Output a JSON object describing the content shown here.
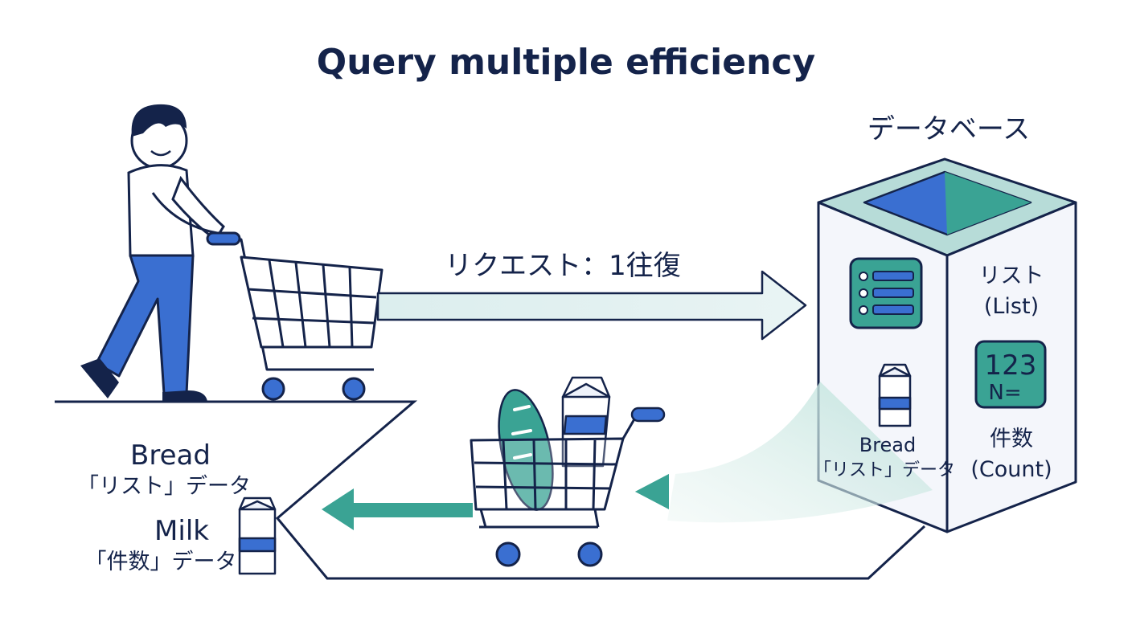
{
  "title": "Query multiple efficiency",
  "database": {
    "label": "データベース",
    "list_label_jp": "リスト",
    "list_label_en": "(List)",
    "count_label_jp": "件数",
    "count_label_en": "(Count)",
    "count_icon_number": "123",
    "count_icon_symbol": "N=",
    "bread_label": "Bread",
    "bread_sub": "「リスト」データ"
  },
  "request": {
    "label": "リクエスト：1往復"
  },
  "results": {
    "bread_label": "Bread",
    "bread_sub": "「リスト」データ",
    "milk_label": "Milk",
    "milk_sub": "「件数」データ"
  },
  "colors": {
    "navy": "#14234a",
    "blue": "#3a6fd1",
    "teal": "#3aa394",
    "light_teal": "#d7ece9",
    "panel": "#f4f6fb"
  }
}
